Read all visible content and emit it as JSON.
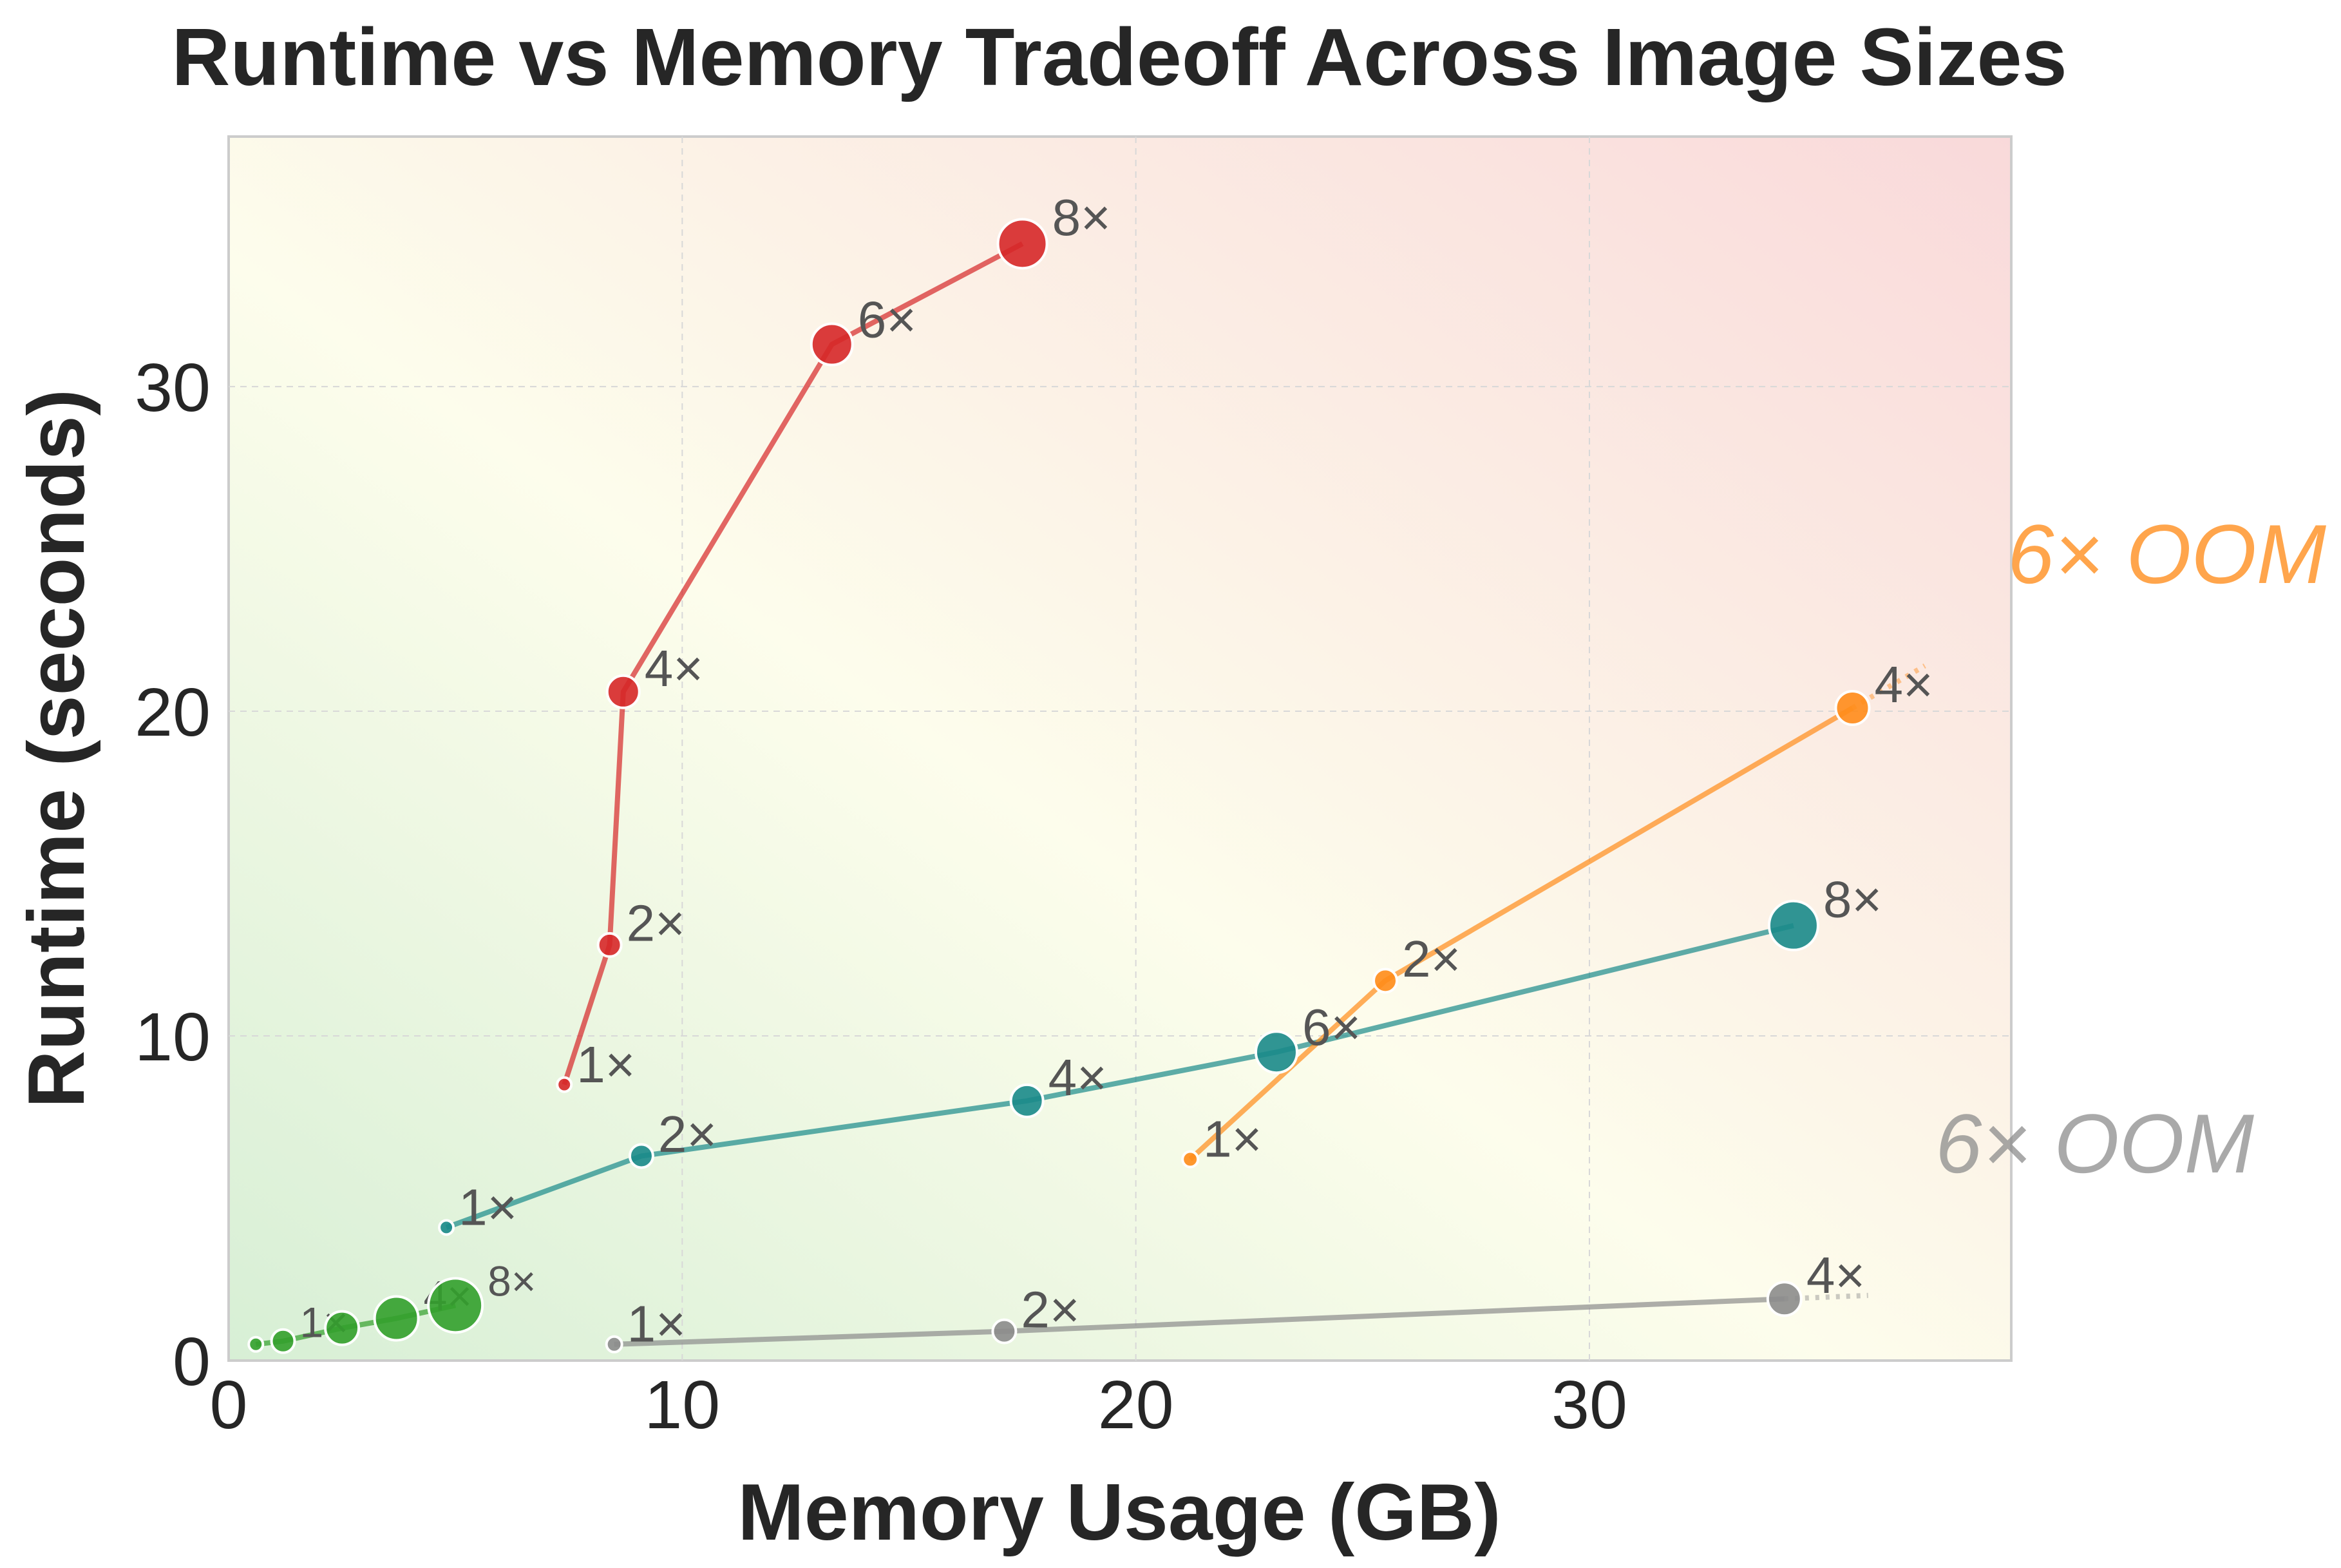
{
  "chart_data": {
    "type": "scatter",
    "title": "Runtime vs Memory Tradeoff Across Image Sizes",
    "xlabel": "Memory Usage (GB)",
    "ylabel": "Runtime (seconds)",
    "xlim": [
      0,
      39.3
    ],
    "ylim": [
      0,
      37.7
    ],
    "xticks": [
      0,
      10,
      20,
      30
    ],
    "yticks": [
      0,
      10,
      20,
      30
    ],
    "grid": true,
    "background": "gradient from light green (bottom-left) through light yellow to light red (top-right)",
    "series": [
      {
        "color": "#d62728",
        "points": [
          {
            "x": 7.4,
            "y": 8.5,
            "label": "1×"
          },
          {
            "x": 8.4,
            "y": 12.8,
            "label": "2×"
          },
          {
            "x": 8.7,
            "y": 20.6,
            "label": "4×"
          },
          {
            "x": 13.3,
            "y": 31.3,
            "label": "6×"
          },
          {
            "x": 17.5,
            "y": 34.4,
            "label": "8×"
          }
        ]
      },
      {
        "color": "#1a8a8a",
        "points": [
          {
            "x": 4.8,
            "y": 4.1,
            "label": "1×"
          },
          {
            "x": 9.1,
            "y": 6.3,
            "label": "2×"
          },
          {
            "x": 17.6,
            "y": 8.0,
            "label": "4×"
          },
          {
            "x": 23.1,
            "y": 9.5,
            "label": "6×"
          },
          {
            "x": 34.5,
            "y": 13.4,
            "label": "8×"
          }
        ]
      },
      {
        "color": "#ff8c1a",
        "points": [
          {
            "x": 21.2,
            "y": 6.2,
            "label": "1×"
          },
          {
            "x": 25.5,
            "y": 11.7,
            "label": "2×"
          },
          {
            "x": 35.8,
            "y": 20.1,
            "label": "4×"
          }
        ],
        "oom_label": "6× OOM"
      },
      {
        "color": "#33a02c",
        "points": [
          {
            "x": 0.6,
            "y": 0.5,
            "label": ""
          },
          {
            "x": 1.2,
            "y": 0.6,
            "label": "1×"
          },
          {
            "x": 2.5,
            "y": 1.0,
            "label": ""
          },
          {
            "x": 3.7,
            "y": 1.3,
            "label": "4×"
          },
          {
            "x": 5.0,
            "y": 1.7,
            "label": "8×"
          }
        ]
      },
      {
        "color": "#8c8c8c",
        "points": [
          {
            "x": 8.5,
            "y": 0.5,
            "label": "1×"
          },
          {
            "x": 17.1,
            "y": 0.9,
            "label": "2×"
          },
          {
            "x": 34.3,
            "y": 1.9,
            "label": "4×"
          }
        ],
        "oom_label": "6× OOM"
      }
    ]
  }
}
